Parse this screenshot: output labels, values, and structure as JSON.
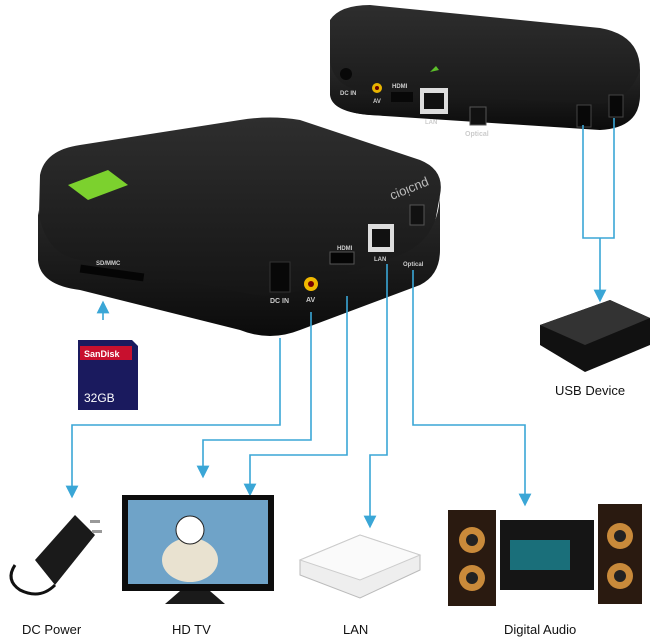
{
  "brand_logo_text": "cioᴉcnd",
  "line_color": "#3aa6d6",
  "ports": {
    "sd": "SD/MMC",
    "dc_in": "DC IN",
    "av": "AV",
    "hdmi": "HDMI",
    "lan": "LAN",
    "optical": "Optical"
  },
  "sd_card": {
    "brand": "SanDisk",
    "capacity": "32GB"
  },
  "devices": {
    "dc_power": "DC Power",
    "hd_tv": "HD TV",
    "lan": "LAN",
    "digital_audio": "Digital Audio",
    "usb_device": "USB Device"
  }
}
